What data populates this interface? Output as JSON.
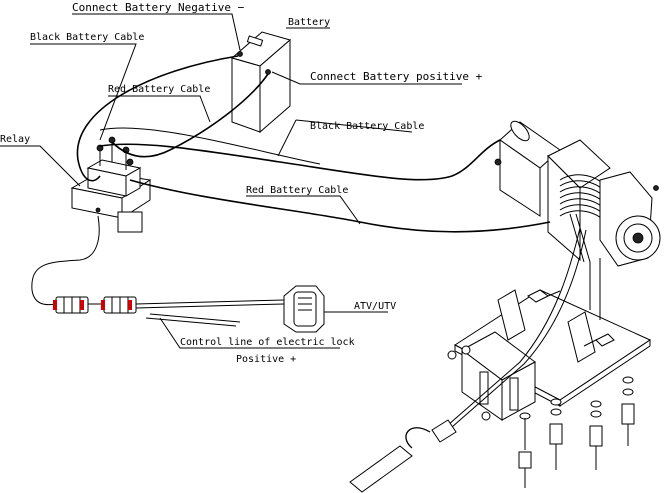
{
  "labels": {
    "connect_battery_negative": "Connect Battery Negative −",
    "battery": "Battery",
    "black_battery_cable_top": "Black Battery Cable",
    "connect_battery_positive": "Connect Battery positive +",
    "red_battery_cable_top": "Red Battery Cable",
    "black_battery_cable_right": "Black Battery Cable",
    "relay": "Relay",
    "red_battery_cable_bottom": "Red Battery Cable",
    "atv_utv": "ATV/UTV",
    "control_line": "Control line of electric lock",
    "positive": "Positive +"
  },
  "colors": {
    "line": "#000000",
    "connector_accent": "#d00000"
  }
}
